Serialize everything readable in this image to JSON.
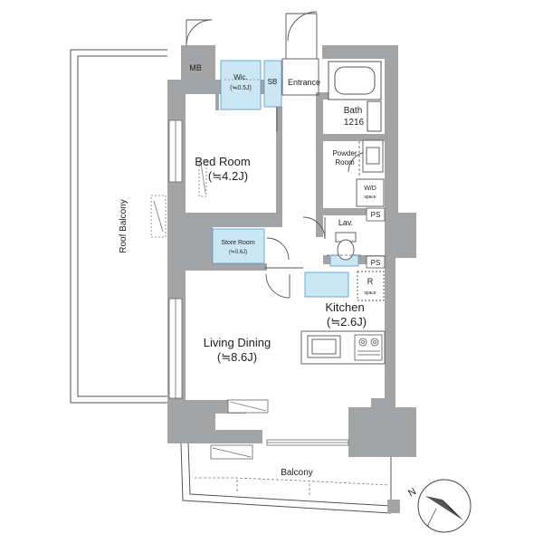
{
  "colors": {
    "wall": "#a3a4a6",
    "fixture_fill": "#cce7f4",
    "fixture_stroke": "#4a9ad0",
    "line": "#555555",
    "text": "#222222"
  },
  "rooms": {
    "mb": "MB",
    "wic_name": "Wic.",
    "wic_size": "(≒0.5J)",
    "sb": "SB",
    "entrance": "Entrance",
    "bath_name": "Bath",
    "bath_size": "1216",
    "bed_name": "Bed Room",
    "bed_size": "(≒4.2J)",
    "powder_line1": "Powder",
    "powder_line2": "Room",
    "wd_name": "W/D",
    "wd_sub": "space",
    "ps_upper": "PS",
    "lav": "Lav.",
    "store_name": "Store Room",
    "store_size": "(≒0.6J)",
    "ps_lower": "PS",
    "r_name": "R",
    "r_sub": "space",
    "kitchen_name": "Kitchen",
    "kitchen_size": "(≒2.6J)",
    "living_name": "Living Dining",
    "living_size": "(≒8.6J)",
    "roof_balcony": "Roof Balcony",
    "balcony": "Balcony"
  },
  "compass": {
    "north_label": "N",
    "icon": "compass-icon"
  }
}
